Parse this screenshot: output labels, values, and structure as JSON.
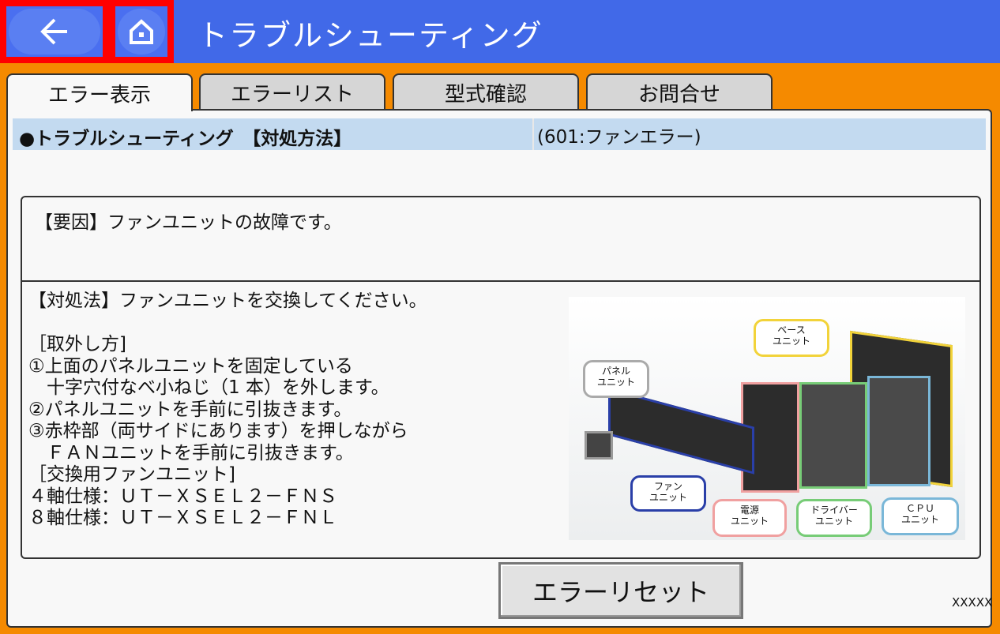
{
  "header": {
    "title": "トラブルシューティング",
    "back_icon": "arrow-left-icon",
    "home_icon": "home-icon",
    "color": "#4169e8"
  },
  "tabs": [
    {
      "label": "エラー表示",
      "active": true
    },
    {
      "label": "エラーリスト"
    },
    {
      "label": "型式確認"
    },
    {
      "label": "お問合せ"
    }
  ],
  "infobar": {
    "left": "●トラブルシューティング　【対処方法】",
    "right": "(601:ファンエラー)"
  },
  "cause": "【要因】ファンユニットの故障です。",
  "remedy": "【対処法】ファンユニットを交換してください。\n\n［取外し方]\n①上面のパネルユニットを固定している\n　十字穴付なべ小ねじ（1 本）を外します。\n②パネルユニットを手前に引抜きます。\n③赤枠部（両サイドにあります）を押しながら\n　ＦＡＮユニットを手前に引抜きます。\n［交換用ファンユニット]\n４軸仕様：ＵＴ－ＸＳＥＬ２－ＦＮＳ\n８軸仕様：ＵＴ－ＸＳＥＬ２－ＦＮＬ",
  "figure": {
    "labels": {
      "base": "ベース\nユニット",
      "panel": "パネル\nユニット",
      "fan": "ファン\nユニット",
      "power": "電源\nユニット",
      "driver": "ドライバー\nユニット",
      "cpu": "ＣＰＵ\nユニット"
    }
  },
  "reset_label": "エラーリセット",
  "code": "XXXXX"
}
